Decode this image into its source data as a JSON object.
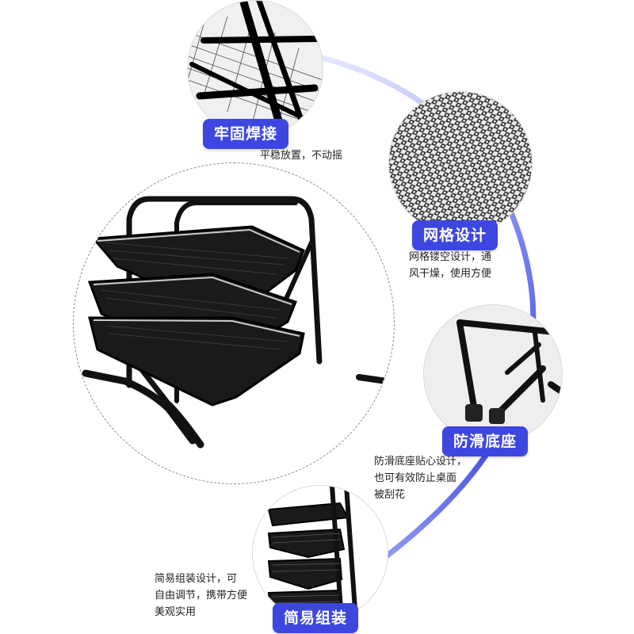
{
  "features": {
    "welding": {
      "badge": "牢固焊接",
      "desc": [
        "平稳放置，不动摇"
      ],
      "icon": "welded-frame-closeup"
    },
    "mesh": {
      "badge": "网格设计",
      "desc": [
        "网格镂空设计，通",
        "风干燥，使用方便"
      ],
      "icon": "mesh-texture-closeup"
    },
    "base": {
      "badge": "防滑底座",
      "desc": [
        "防滑底座贴心设计，",
        "也可有效防止桌面",
        "被刮花"
      ],
      "icon": "anti-slip-foot-closeup"
    },
    "assembly": {
      "badge": "简易组装",
      "desc": [
        "简易组装设计，可",
        "自由调节，携带方便",
        "美观实用"
      ],
      "icon": "stacked-trays-closeup"
    }
  },
  "colors": {
    "badge_bg": "#3d47e0",
    "badge_text": "#ffffff",
    "arc_gradient_start": "#3d47e0",
    "arc_gradient_end": "#e6e8ff",
    "product": "#111111"
  }
}
